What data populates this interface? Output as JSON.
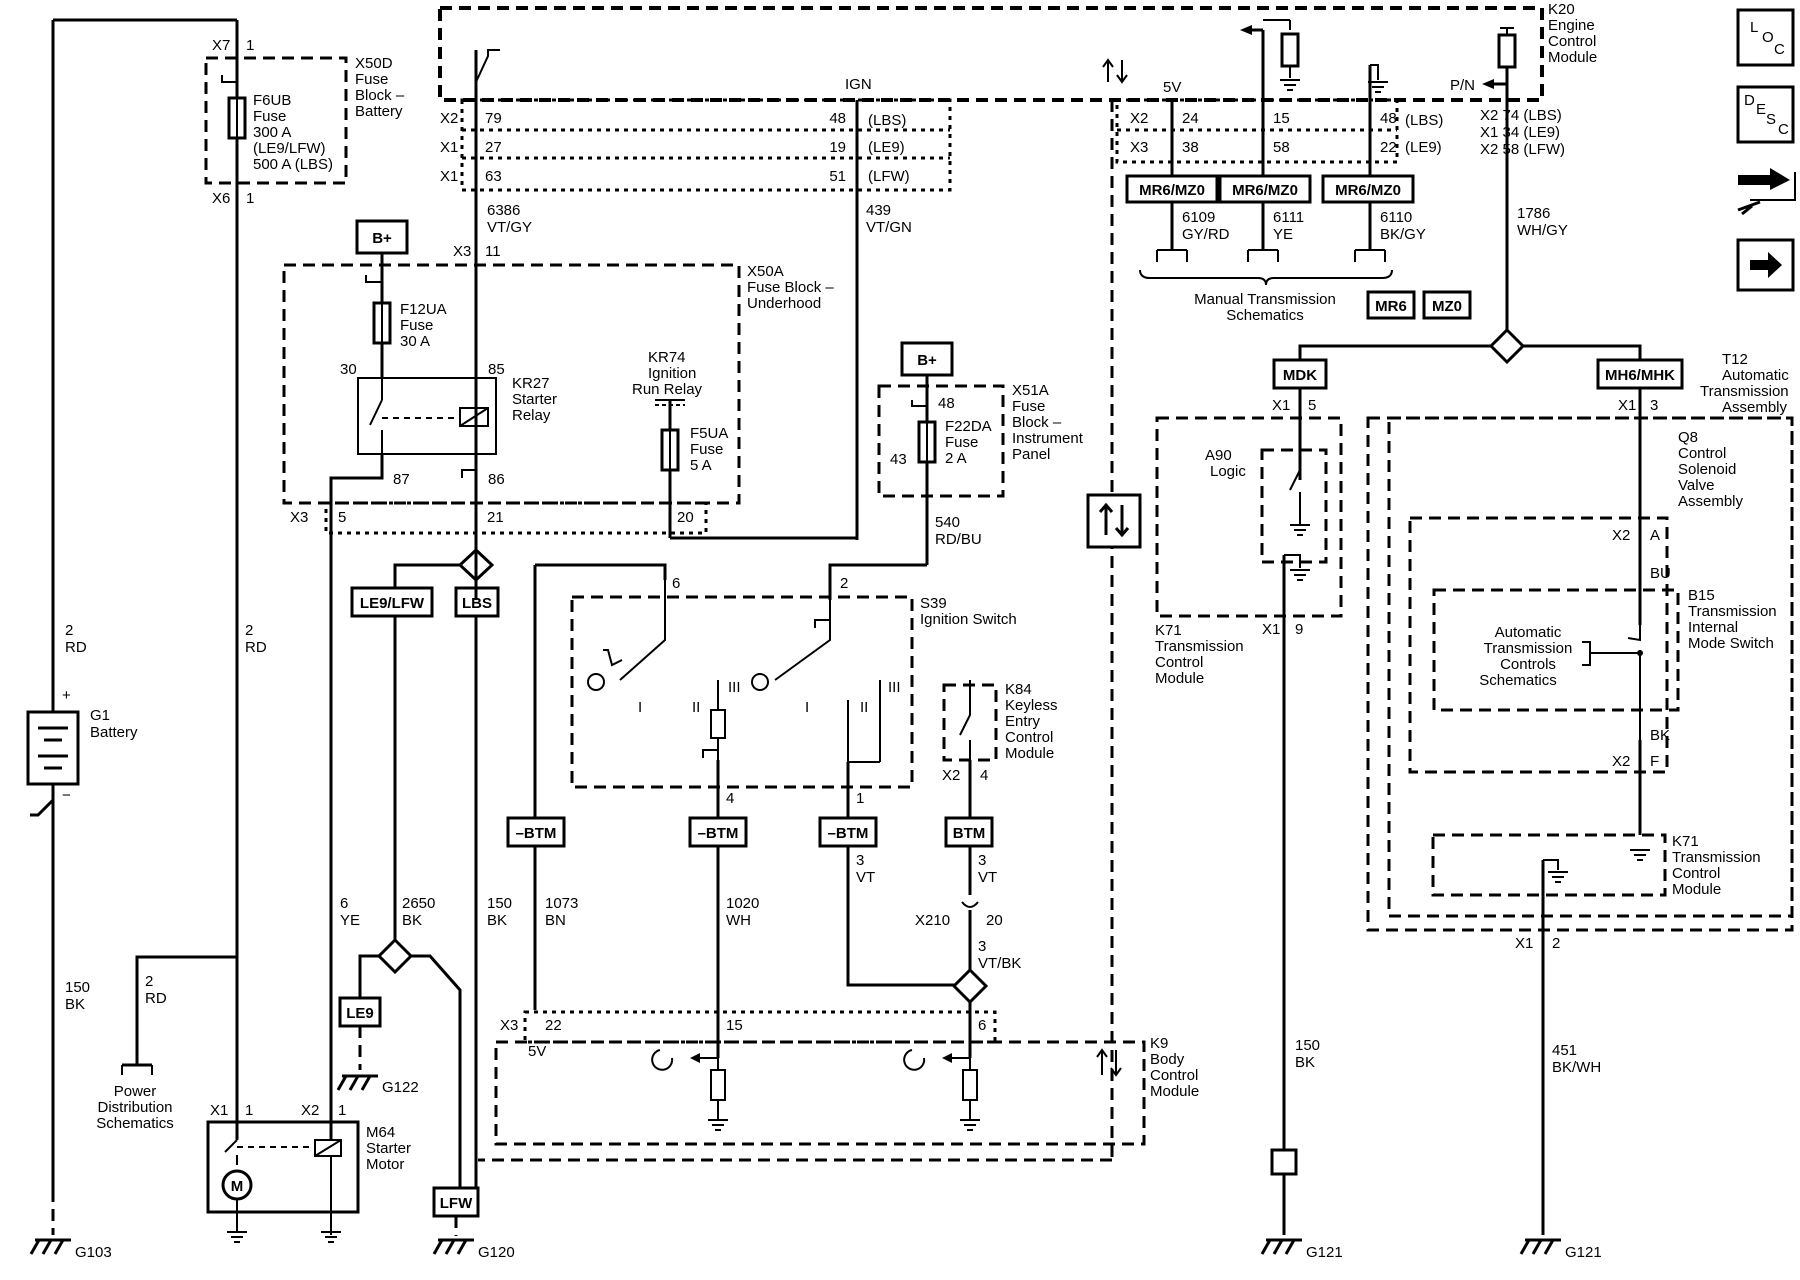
{
  "battery": {
    "id": "G1",
    "name": "Battery",
    "wire_top": "2",
    "wire_top_color": "RD",
    "wire_bottom": "150",
    "wire_bottom_color": "BK",
    "ground": "G103",
    "plus": "+",
    "minus": "−"
  },
  "fuse_x50d": {
    "conn_top": "X7",
    "pin_top": "1",
    "conn_bot": "X6",
    "pin_bot": "1",
    "block": [
      "X50D",
      "Fuse",
      "Block –",
      "Battery"
    ],
    "fuse": [
      "F6UB",
      "Fuse",
      "300 A",
      "(LE9/LFW)",
      "500 A (LBS)"
    ]
  },
  "wire_rd_2": {
    "num": "2",
    "color": "RD"
  },
  "bplus": "B+",
  "fuse_x50a": {
    "conn": "X3",
    "pin": "11",
    "block": [
      "X50A",
      "Fuse Block –",
      "Underhood"
    ],
    "f12": [
      "F12UA",
      "Fuse",
      "30 A"
    ],
    "relay": [
      "KR27",
      "Starter",
      "Relay"
    ],
    "pin30": "30",
    "pin85": "85",
    "pin87": "87",
    "pin86": "86",
    "bottom_conn": "X3",
    "pin5": "5",
    "pin21": "21",
    "pin20": "20",
    "kr74": [
      "KR74",
      "Ignition",
      "Run Relay"
    ],
    "f5": [
      "F5UA",
      "Fuse",
      "5 A"
    ]
  },
  "ecm_top": {
    "conns": [
      "X2",
      "X1",
      "X1"
    ],
    "pins_left": [
      "79",
      "27",
      "63"
    ],
    "pins_right": [
      "48",
      "19",
      "51"
    ],
    "variants": [
      "(LBS)",
      "(LE9)",
      "(LFW)"
    ],
    "ign": "IGN",
    "w1_num": "6386",
    "w1_color": "VT/GY",
    "w2_num": "439",
    "w2_color": "VT/GN"
  },
  "k20": {
    "name": [
      "K20",
      "Engine",
      "Control",
      "Module"
    ],
    "v5": "5V",
    "pn": "P/N",
    "x2": "X2",
    "x3": "X3",
    "pins_a": [
      "24",
      "15",
      "48"
    ],
    "pins_b": [
      "38",
      "58",
      "22"
    ],
    "var_a": "(LBS)",
    "var_b": "(LE9)",
    "mr": "MR6/MZ0",
    "wires": [
      {
        "num": "6109",
        "color": "GY/RD"
      },
      {
        "num": "6111",
        "color": "YE"
      },
      {
        "num": "6110",
        "color": "BK/GY"
      }
    ],
    "manual": [
      "Manual Transmission",
      "Schematics"
    ],
    "mr6": "MR6",
    "mz0": "MZ0",
    "pn_pins": [
      "X2 74 (LBS)",
      "X1 34 (LE9)",
      "X2 58 (LFW)"
    ],
    "pn_wire": "1786",
    "pn_color": "WH/GY"
  },
  "icons": {
    "loc": "LOC",
    "desc": "DESC",
    "l": "L",
    "o": "O",
    "c": "C",
    "d": "D",
    "e": "E",
    "s": "S",
    "c2": "C"
  },
  "x51a": {
    "block": [
      "X51A",
      "Fuse",
      "Block –",
      "Instrument",
      "Panel"
    ],
    "fuse": [
      "F22DA",
      "Fuse",
      "2 A"
    ],
    "pin48": "48",
    "pin43": "43",
    "wire_num": "540",
    "wire_color": "RD/BU"
  },
  "s39": {
    "name": [
      "S39",
      "Ignition Switch"
    ],
    "pin6": "6",
    "pin2": "2",
    "pin4": "4",
    "pin1": "1",
    "pos": [
      "I",
      "II",
      "III",
      "I",
      "II",
      "III"
    ]
  },
  "k84": {
    "name": [
      "K84",
      "Keyless",
      "Entry",
      "Control",
      "Module"
    ],
    "x2": "X2",
    "pin": "4"
  },
  "btm": {
    "neg": "–BTM",
    "pos": "BTM"
  },
  "wires_mid": [
    {
      "num": "1073",
      "color": "BN"
    },
    {
      "num": "1020",
      "color": "WH"
    },
    {
      "num": "3",
      "color": "VT"
    },
    {
      "num": "3",
      "color": "VT"
    },
    {
      "num": "3",
      "color": "VT/BK"
    }
  ],
  "x210": {
    "conn": "X210",
    "pin": "20"
  },
  "k9": {
    "name": [
      "K9",
      "Body",
      "Control",
      "Module"
    ],
    "x3": "X3",
    "pins": [
      "22",
      "15",
      "6"
    ],
    "v5": "5V"
  },
  "variants_left": {
    "le9lfw": "LE9/LFW",
    "lbs": "LBS",
    "le9": "LE9",
    "lfw": "LFW"
  },
  "wires_left": [
    {
      "num": "6",
      "color": "YE"
    },
    {
      "num": "2650",
      "color": "BK"
    },
    {
      "num": "150",
      "color": "BK"
    },
    {
      "num": "2",
      "color": "RD"
    }
  ],
  "m64": {
    "name": [
      "M64",
      "Starter",
      "Motor"
    ],
    "x1": "X1",
    "p1": "1",
    "x2": "X2",
    "p2": "1",
    "m": "M"
  },
  "power_dist": [
    "Power",
    "Distribution",
    "Schematics"
  ],
  "grounds": {
    "g122": "G122",
    "g120": "G120",
    "g121a": "G121",
    "g121b": "G121"
  },
  "tcm_left": {
    "mdk": "MDK",
    "x1": "X1",
    "pin5": "5",
    "a90": [
      "A90",
      "Logic"
    ],
    "k71": [
      "K71",
      "Transmission",
      "Control",
      "Module"
    ],
    "x1b": "X1",
    "pin9": "9",
    "wire_num": "150",
    "wire_color": "BK"
  },
  "t12": {
    "mh": "MH6/MHK",
    "name": [
      "T12",
      "Automatic",
      "Transmission",
      "Assembly"
    ],
    "x1": "X1",
    "pin3": "3",
    "q8": [
      "Q8",
      "Control",
      "Solenoid",
      "Valve",
      "Assembly"
    ],
    "x2a": "X2",
    "pina": "A",
    "bu": "BU",
    "b15": [
      "B15",
      "Transmission",
      "Internal",
      "Mode Switch"
    ],
    "auto": [
      "Automatic",
      "Transmission",
      "Controls",
      "Schematics"
    ],
    "bk": "BK",
    "x2f": "X2",
    "pinf": "F",
    "k71": [
      "K71",
      "Transmission",
      "Control",
      "Module"
    ],
    "x1c": "X1",
    "pin2": "2",
    "wire_num": "451",
    "wire_color": "BK/WH"
  }
}
